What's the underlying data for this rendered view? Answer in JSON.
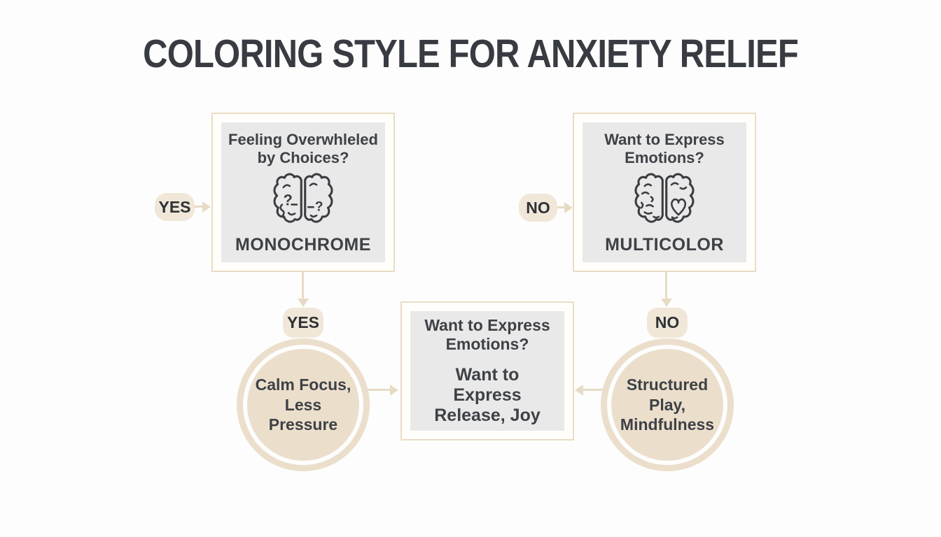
{
  "title": "COLORING STYLE FOR ANXIETY RELIEF",
  "colors": {
    "background": "#fdfdfd",
    "title_text": "#383b41",
    "box_border": "#eadcc4",
    "box_fill": "#e9e9e9",
    "beige_accent": "#ebdfcc",
    "pill_fill": "#f1e7d8",
    "arrow": "#e7dbc5",
    "dark_text": "#3e4146"
  },
  "flowchart": {
    "left_branch": {
      "entry_label": "YES",
      "question": "Feeling Overwhleled\nby Choices?",
      "icon": "brain-question-icon",
      "style_label": "MONOCHROME",
      "branch_label": "YES",
      "outcome": "Calm Focus, Less\nPressure"
    },
    "right_branch": {
      "entry_label": "NO",
      "question": "Want to Express\nEmotions?",
      "icon": "brain-heart-icon",
      "style_label": "MULTICOLOR",
      "branch_label": "NO",
      "outcome": "Structured Play,\nMindfulness"
    },
    "center_box": {
      "question": "Want to Express\nEmotions?",
      "subtext": "Want to\nExpress\nRelease, Joy"
    }
  }
}
